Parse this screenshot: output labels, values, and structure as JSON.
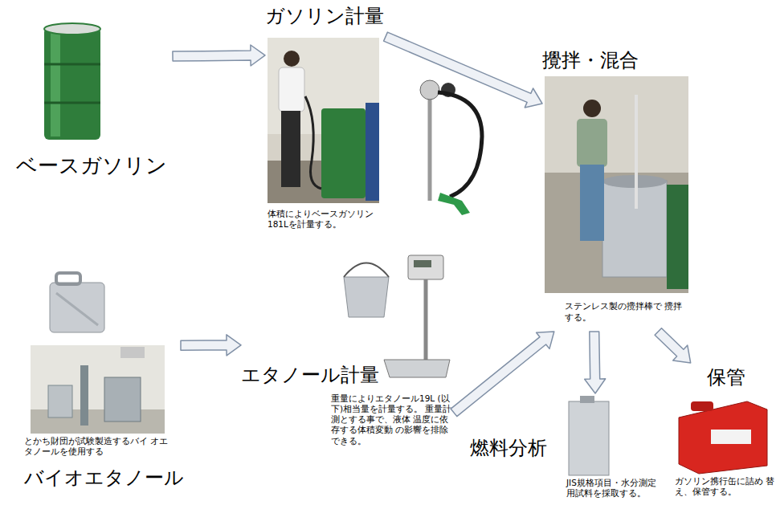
{
  "diagram": {
    "nodes": [
      {
        "text": [
          "ベースガソリン"
        ]
      },
      {
        "text": [
          "ガソリン計量",
          "体積によりベースガソリン 181Lを計量する。"
        ]
      },
      {
        "text": [
          "攪拌・混合",
          "ステンレス製の攪拌棒で 攪拌する。"
        ]
      },
      {
        "text": [
          "とかち財団が試験製造するバイ オエタノールを使用する",
          "バイオエタノール"
        ]
      },
      {
        "text": [
          "エタノール計量",
          "重量によりエタノール19L (以下)相当量を計量する。 重量計測とする事で、液体 温度に依存する体積変動 の影響を排除できる。"
        ]
      },
      {
        "text": [
          "燃料分析",
          "JIS規格項目・水分測定 用試料を採取する。"
        ]
      },
      {
        "text": [
          "保管",
          "ガソリン携行缶に詰め 替え、保管する。"
        ]
      }
    ],
    "edges": [
      {
        "from": 0,
        "to": 1,
        "arrow": "to"
      },
      {
        "from": 1,
        "to": 2,
        "arrow": "to"
      },
      {
        "from": 3,
        "to": 4,
        "arrow": "to"
      },
      {
        "from": 4,
        "to": 2,
        "arrow": "to"
      },
      {
        "from": 2,
        "to": 5,
        "arrow": "to"
      },
      {
        "from": 2,
        "to": 6,
        "arrow": "to"
      }
    ]
  }
}
